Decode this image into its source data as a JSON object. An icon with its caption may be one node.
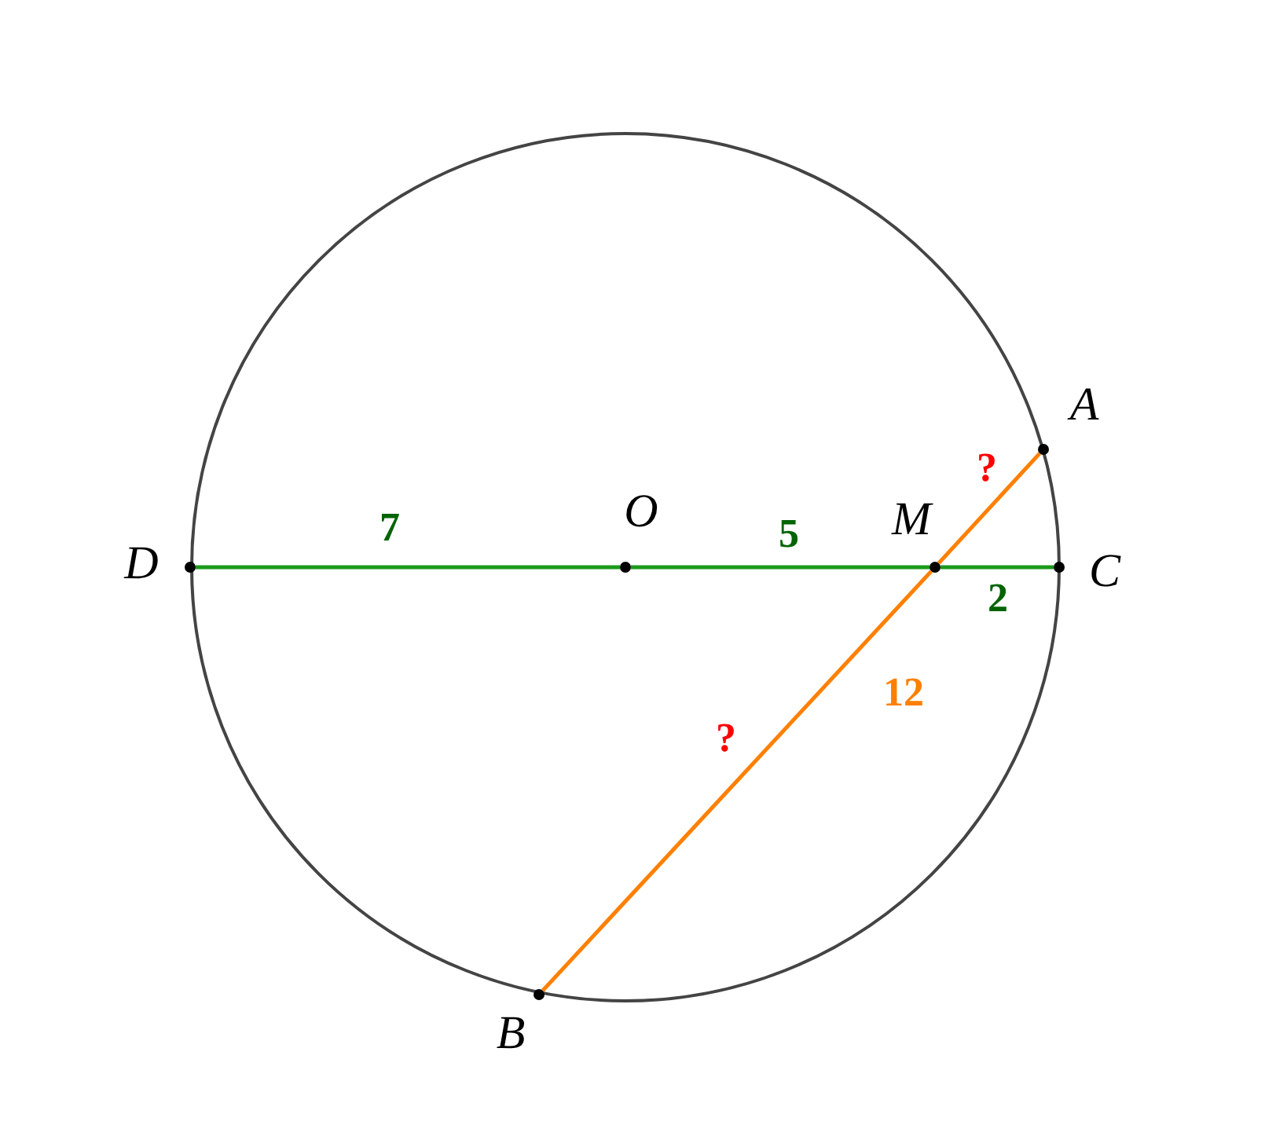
{
  "diagram": {
    "nodes": [
      {
        "text": [],
        "shape": "circle",
        "beside": [
          "D"
        ]
      },
      {
        "text": [],
        "shape": "circle",
        "beside": [
          "O"
        ]
      },
      {
        "text": [],
        "shape": "circle",
        "beside": [
          "M"
        ]
      },
      {
        "text": [],
        "shape": "circle",
        "beside": [
          "C"
        ]
      },
      {
        "text": [],
        "shape": "circle",
        "beside": [
          "A"
        ]
      },
      {
        "text": [],
        "shape": "circle",
        "beside": [
          "B"
        ]
      }
    ],
    "edges": [
      {
        "from": 0,
        "to": 1,
        "arrow": "none",
        "label": "7"
      },
      {
        "from": 1,
        "to": 2,
        "arrow": "none",
        "label": "5"
      },
      {
        "from": 2,
        "to": 3,
        "arrow": "none",
        "label": "2"
      },
      {
        "from": 2,
        "to": 4,
        "arrow": "none",
        "label": "?",
        "color": "#ff8000"
      },
      {
        "from": 2,
        "to": 5,
        "arrow": "none",
        "label": "?",
        "color": "#ff8000"
      }
    ],
    "labels": [
      "12"
    ]
  }
}
